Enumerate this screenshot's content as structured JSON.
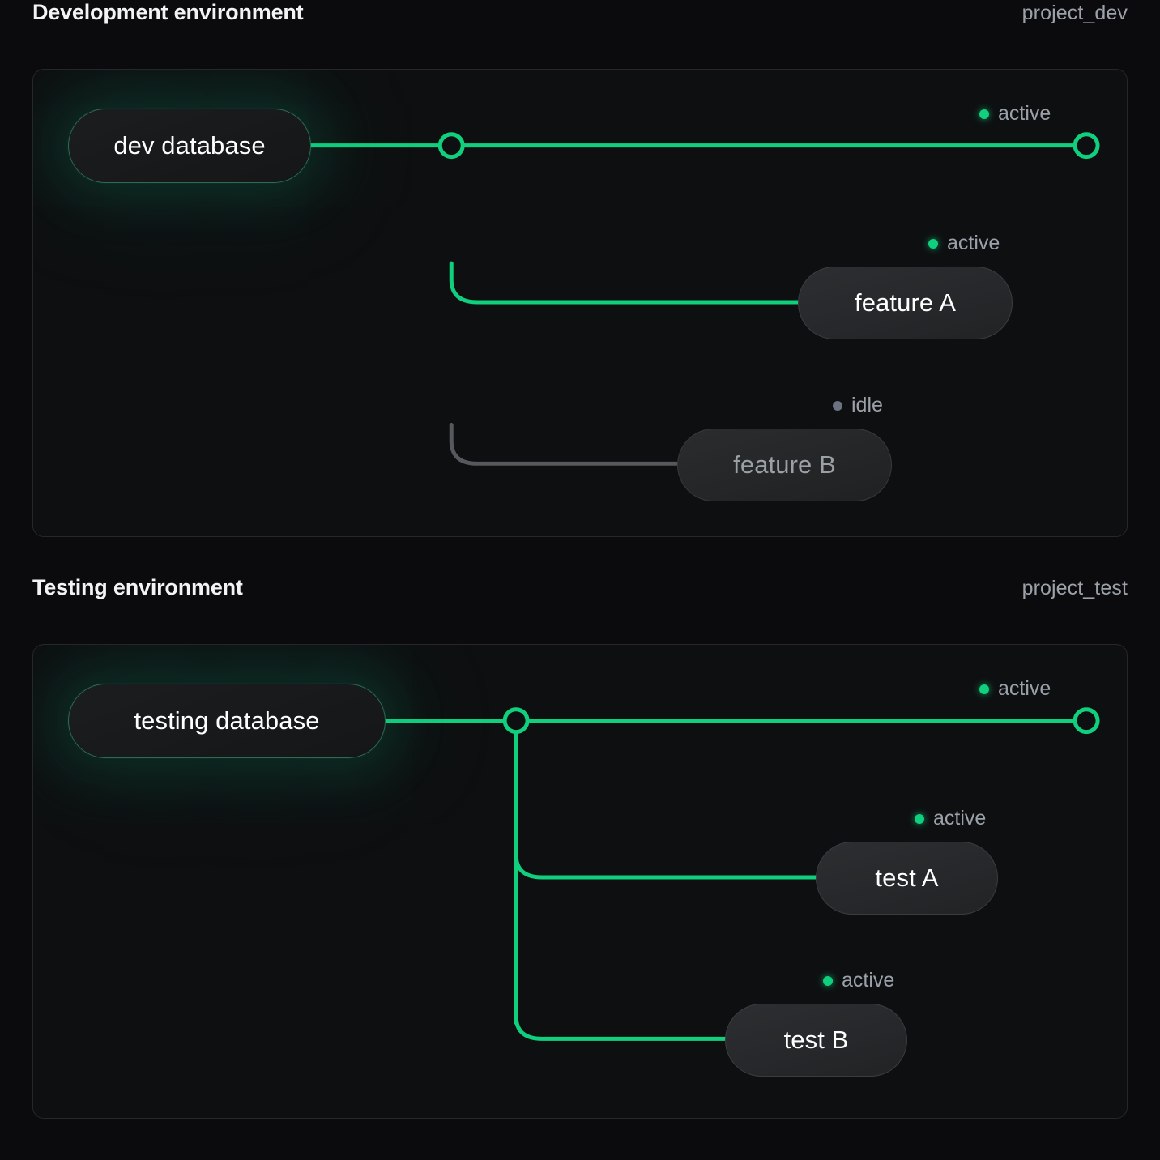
{
  "theme": {
    "background": "#0b0b0d",
    "card_background": "#0e0f11",
    "card_border": "#26272b",
    "accent_active": "#10d07e",
    "accent_idle": "#6b7280",
    "text_primary": "#f2f3f5",
    "text_muted": "#9ba1a9"
  },
  "sections": [
    {
      "title": "Development environment",
      "project": "project_dev",
      "database": {
        "label": "dev database",
        "status": "active"
      },
      "trunk_status": "mixed",
      "branches": [
        {
          "label": "feature A",
          "status": "active"
        },
        {
          "label": "feature B",
          "status": "idle"
        }
      ],
      "endpoint": {
        "status": "active",
        "status_label": "active"
      }
    },
    {
      "title": "Testing environment",
      "project": "project_test",
      "database": {
        "label": "testing database",
        "status": "active"
      },
      "trunk_status": "active",
      "branches": [
        {
          "label": "test A",
          "status": "active"
        },
        {
          "label": "test B",
          "status": "active"
        }
      ],
      "endpoint": {
        "status": "active",
        "status_label": "active"
      }
    }
  ],
  "status_labels": {
    "active": "active",
    "idle": "idle"
  }
}
